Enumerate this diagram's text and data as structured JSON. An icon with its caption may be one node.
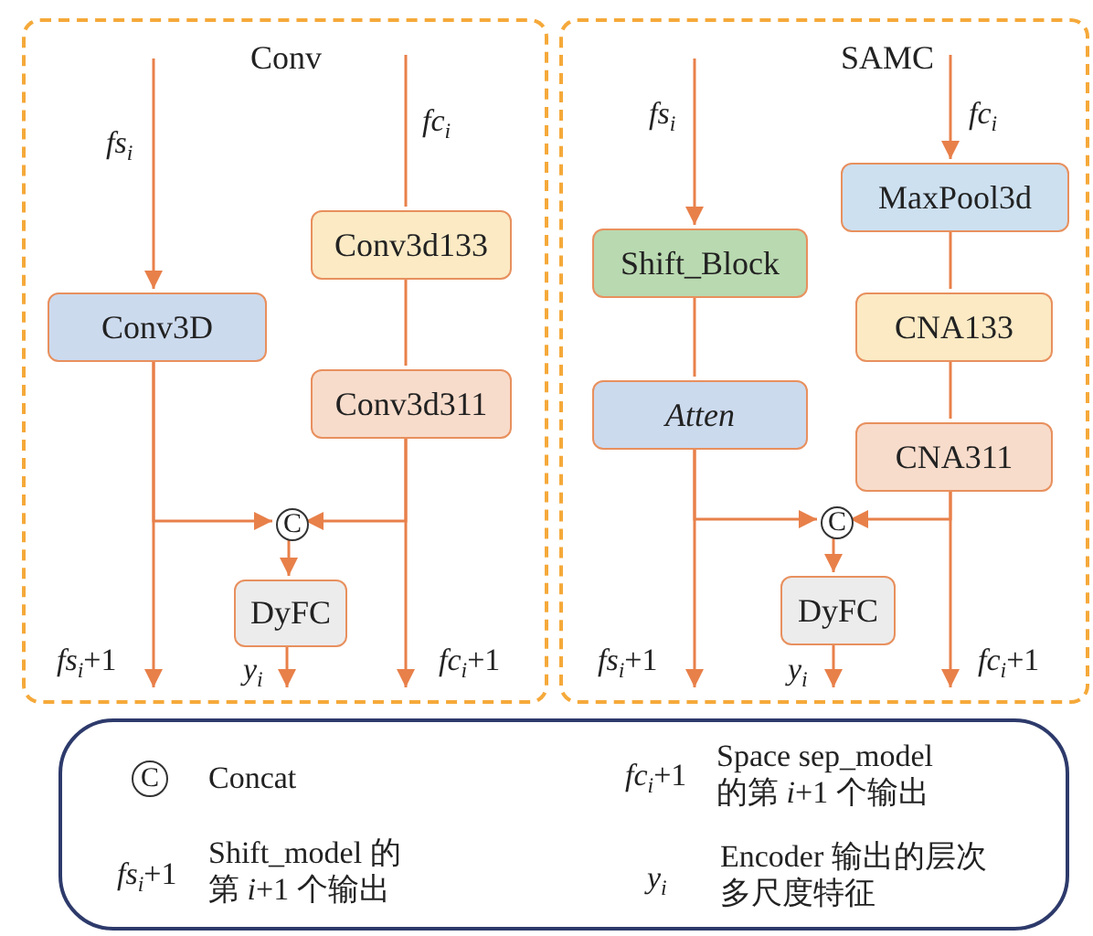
{
  "diagram": {
    "nodes": [
      {
        "text": [
          "Conv"
        ]
      },
      {
        "text": [
          "Conv3d133"
        ],
        "in": 0
      },
      {
        "text": [
          "Conv3D"
        ],
        "in": 0
      },
      {
        "text": [
          "Conv3d311"
        ],
        "in": 0
      },
      {
        "text": [
          "C"
        ],
        "in": 0
      },
      {
        "text": [
          "DyFC"
        ],
        "in": 0
      },
      {
        "text": [
          "SAMC"
        ]
      },
      {
        "text": [
          "MaxPool3d"
        ],
        "in": 6
      },
      {
        "text": [
          "Shift_Block"
        ],
        "in": 6
      },
      {
        "text": [
          "CNA133"
        ],
        "in": 6
      },
      {
        "text": [
          "Atten"
        ],
        "in": 6
      },
      {
        "text": [
          "CNA311"
        ],
        "in": 6
      },
      {
        "text": [
          "C"
        ],
        "in": 6
      },
      {
        "text": [
          "DyFC"
        ],
        "in": 6
      },
      {
        "text": [
          "C",
          "Concat",
          "*fc*$_{i}$+1",
          "Space sep_model 的第 *i*+1 个输出",
          "*fs*$_{i}$+1",
          "Shift_model 的第 *i*+1 个输出",
          "y$_{i}$",
          "Encoder 输出的层次多尺度特征"
        ]
      }
    ],
    "edges": [
      {
        "from": null,
        "to": 2,
        "arrow": "to",
        "label": "fs$_{i}$"
      },
      {
        "from": null,
        "to": 1,
        "arrow": "none",
        "label": "fc$_{i}$"
      },
      {
        "from": 1,
        "to": 3,
        "arrow": "none"
      },
      {
        "from": 2,
        "to": 4,
        "arrow": "to"
      },
      {
        "from": 3,
        "to": 4,
        "arrow": "to"
      },
      {
        "from": 2,
        "to": null,
        "arrow": "to",
        "label": "*fs*$_{i}$+1"
      },
      {
        "from": 3,
        "to": null,
        "arrow": "to",
        "label": "*fc*$_{i}$+1"
      },
      {
        "from": 4,
        "to": 5,
        "arrow": "to"
      },
      {
        "from": 5,
        "to": null,
        "arrow": "to",
        "label": "y$_{i}$"
      },
      {
        "from": null,
        "to": 8,
        "arrow": "to",
        "label": "fs$_{i}$"
      },
      {
        "from": null,
        "to": 7,
        "arrow": "to",
        "label": "fc$_{i}$"
      },
      {
        "from": 8,
        "to": 10,
        "arrow": "none"
      },
      {
        "from": 7,
        "to": 9,
        "arrow": "none"
      },
      {
        "from": 9,
        "to": 11,
        "arrow": "none"
      },
      {
        "from": 10,
        "to": 12,
        "arrow": "to"
      },
      {
        "from": 11,
        "to": 12,
        "arrow": "to"
      },
      {
        "from": 10,
        "to": null,
        "arrow": "to",
        "label": "*fs*$_{i}$+1"
      },
      {
        "from": 11,
        "to": null,
        "arrow": "to",
        "label": "*fc*$_{i}$+1"
      },
      {
        "from": 12,
        "to": 13,
        "arrow": "to"
      },
      {
        "from": 13,
        "to": null,
        "arrow": "to",
        "label": "y$_{i}$"
      }
    ]
  }
}
